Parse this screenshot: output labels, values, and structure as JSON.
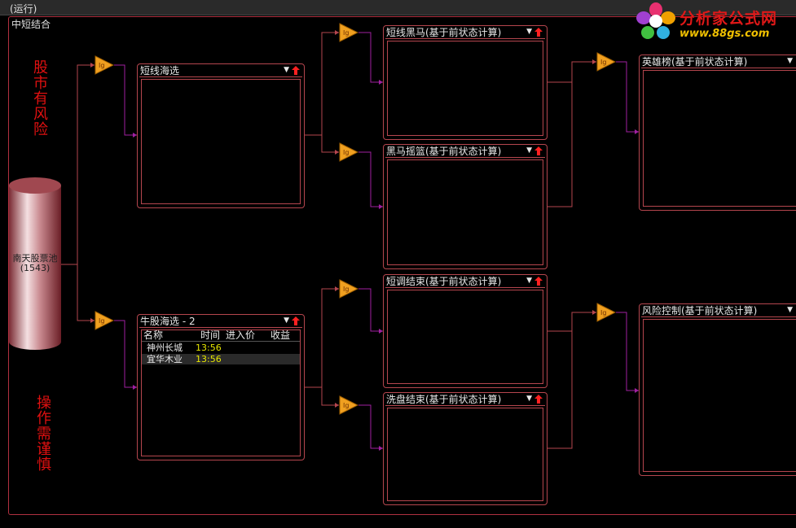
{
  "window": {
    "title": "(运行)"
  },
  "frame": {
    "title": "中短结合"
  },
  "warnings": {
    "top": "股市有风险",
    "bottom": "操作需谨慎"
  },
  "pool": {
    "name": "南天股票池",
    "count": "(1543)"
  },
  "panels": {
    "short_scan": {
      "title": "短线海选"
    },
    "bull_scan": {
      "title": "牛股海选 - 2",
      "columns": [
        "名称",
        "时间",
        "进入价",
        "收益"
      ],
      "rows": [
        {
          "name": "神州长城",
          "time": "13:56",
          "price": "",
          "gain": ""
        },
        {
          "name": "宜华木业",
          "time": "13:56",
          "price": "",
          "gain": ""
        }
      ]
    },
    "dark_horse": {
      "title": "短线黑马(基于前状态计算)"
    },
    "horse_cradle": {
      "title": "黑马摇篮(基于前状态计算)"
    },
    "short_adjust_end": {
      "title": "短调结束(基于前状态计算)"
    },
    "washout_end": {
      "title": "洗盘结束(基于前状态计算)"
    },
    "hero_list": {
      "title": "英雄榜(基于前状态计算)"
    },
    "risk_control": {
      "title": "风险控制(基于前状态计算)"
    }
  },
  "logo": {
    "name": "分析家公式网",
    "url_text": "www.88gs.com"
  },
  "icons": {
    "dropdown": "dropdown-arrow-icon",
    "refresh": "red-up-arrow-icon",
    "filter": "filter-triangle-icon",
    "logo": "flower-logo-icon"
  },
  "colors": {
    "border": "#b5464e",
    "warning": "#e01010",
    "time": "#e8e800",
    "filter": "#f0a020"
  }
}
